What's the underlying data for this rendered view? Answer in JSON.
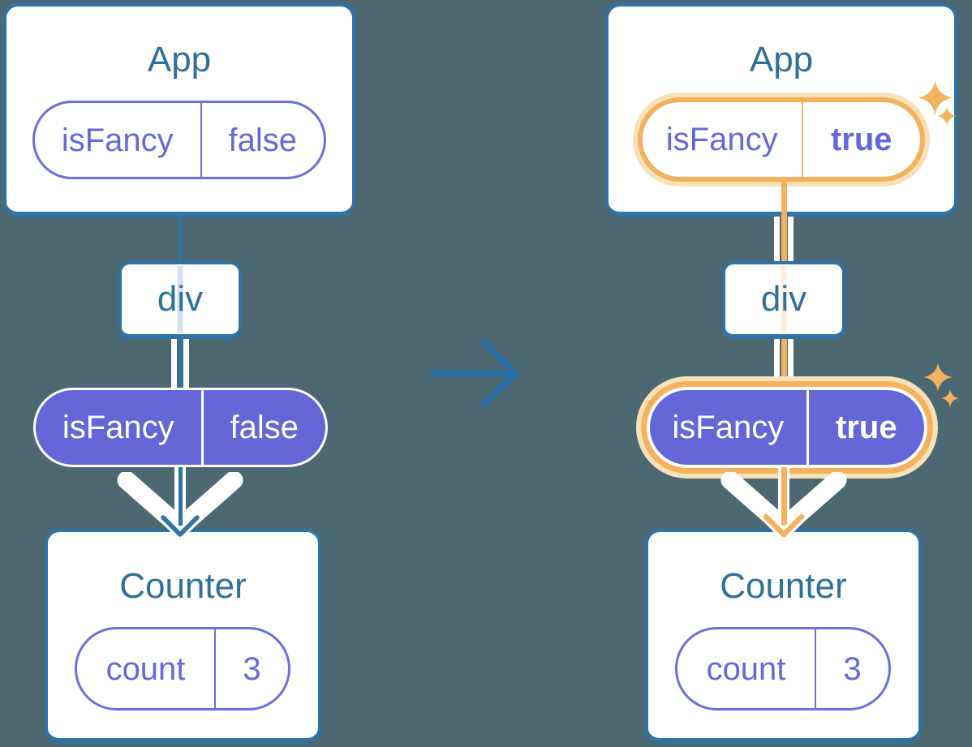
{
  "colors": {
    "background": "#4C6872",
    "card_border_blue": "#2E73A6",
    "component_title_text": "#2F7099",
    "purple_text": "#6468DA",
    "purple_pill_fill": "#6366D6",
    "highlight_orange": "#F4B25F",
    "highlight_orange_pale": "#FAE2B8",
    "faded_pipe_lavender": "#D7DFF3",
    "faded_pipe_cream": "#FCEEDA",
    "pipe_white": "#FFFFFF"
  },
  "left_tree": {
    "app_card": {
      "title": "App",
      "state_pill": {
        "label": "isFancy",
        "value": "false"
      }
    },
    "div_box": {
      "label": "div"
    },
    "prop_pill": {
      "label": "isFancy",
      "value": "false"
    },
    "counter_card": {
      "title": "Counter",
      "state_pill": {
        "label": "count",
        "value": "3"
      }
    }
  },
  "right_tree": {
    "app_card": {
      "title": "App",
      "state_pill": {
        "label": "isFancy",
        "value": "true"
      }
    },
    "div_box": {
      "label": "div"
    },
    "prop_pill": {
      "label": "isFancy",
      "value": "true"
    },
    "counter_card": {
      "title": "Counter",
      "state_pill": {
        "label": "count",
        "value": "3"
      }
    }
  },
  "icons": {
    "transition": "right-arrow-icon",
    "highlight": "sparkle-icon"
  }
}
